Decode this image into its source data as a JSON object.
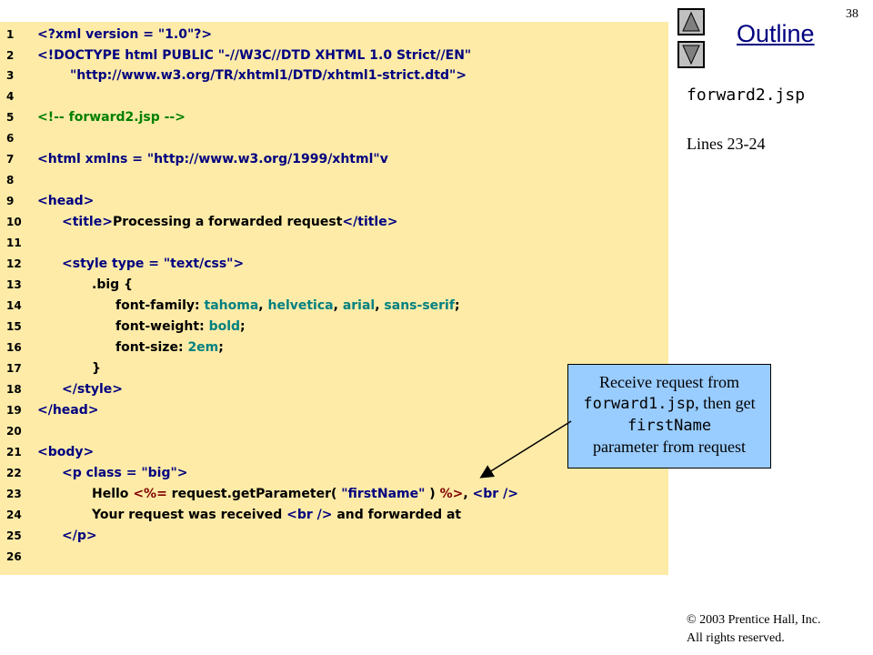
{
  "page_number": "38",
  "outline": {
    "title": "Outline"
  },
  "file_title": "forward2.jsp",
  "lines_label": "Lines 23-24",
  "callout": {
    "part1": "Receive request from",
    "code1": "forward1.jsp",
    "part2": ", then get",
    "code2": "firstName",
    "part3": "parameter from request"
  },
  "copyright": {
    "line1": "2003 Prentice Hall, Inc.",
    "line2": "All rights reserved.",
    "symbol": "©"
  },
  "icons": {
    "up": "triangle-up-icon",
    "down": "triangle-down-icon"
  },
  "colors": {
    "code_bg": "#fdeba7",
    "callout_bg": "#99ccff",
    "outline_link": "#000080",
    "comment": "#008000",
    "css_value": "#008080",
    "jsp": "#800000"
  },
  "code": {
    "l1": "1",
    "l2": "2",
    "l3": "3",
    "l4": "4",
    "l5": "5",
    "l6": "6",
    "l7": "7",
    "l8": "8",
    "l9": "9",
    "l10": "10",
    "l11": "11",
    "l12": "12",
    "l13": "13",
    "l14": "14",
    "l15": "15",
    "l16": "16",
    "l17": "17",
    "l18": "18",
    "l19": "19",
    "l20": "20",
    "l21": "21",
    "l22": "22",
    "l23": "23",
    "l24": "24",
    "l25": "25",
    "l26": "26",
    "c1": "<?xml version = \"1.0\"?>",
    "c2a": "<!DOCTYPE html PUBLIC ",
    "c2b": "\"-//W3C//DTD XHTML 1.0 Strict//EN\"",
    "c3": "\"http://www.w3.org/TR/xhtml1/DTD/xhtml1-strict.dtd\">",
    "c5": "<!-- forward2.jsp -->",
    "c7a": "<html xmlns = ",
    "c7b": "\"http://www.w3.org/1999/xhtml\"",
    "c7c": "v",
    "c9": "<head>",
    "c10a": "<title>",
    "c10b": "Processing a forwarded request",
    "c10c": "</title>",
    "c12a": "<style type = ",
    "c12b": "\"text/css\"",
    "c12c": ">",
    "c13": ".big {",
    "c14a": "font-family: ",
    "c14b": "tahoma",
    "c14c": ", ",
    "c14d": "helvetica",
    "c14e": ", ",
    "c14f": "arial",
    "c14g": ", ",
    "c14h": "sans-serif",
    "c14i": ";",
    "c15a": "font-weight: ",
    "c15b": "bold",
    "c15c": ";",
    "c16a": "font-size: ",
    "c16b": "2em",
    "c16c": ";",
    "c17": "}",
    "c18": "</style>",
    "c19": "</head>",
    "c21": "<body>",
    "c22a": "<p class = ",
    "c22b": "\"big\"",
    "c22c": ">",
    "c23a": "Hello ",
    "c23b": "<%=",
    "c23c": " request.getParameter( ",
    "c23d": "\"firstName\"",
    "c23e": " ) ",
    "c23f": "%>",
    "c23g": ", ",
    "c23h": "<br />",
    "c24a": "Your request was received ",
    "c24b": "<br />",
    "c24c": " and forwarded at",
    "c25": "</p>"
  }
}
